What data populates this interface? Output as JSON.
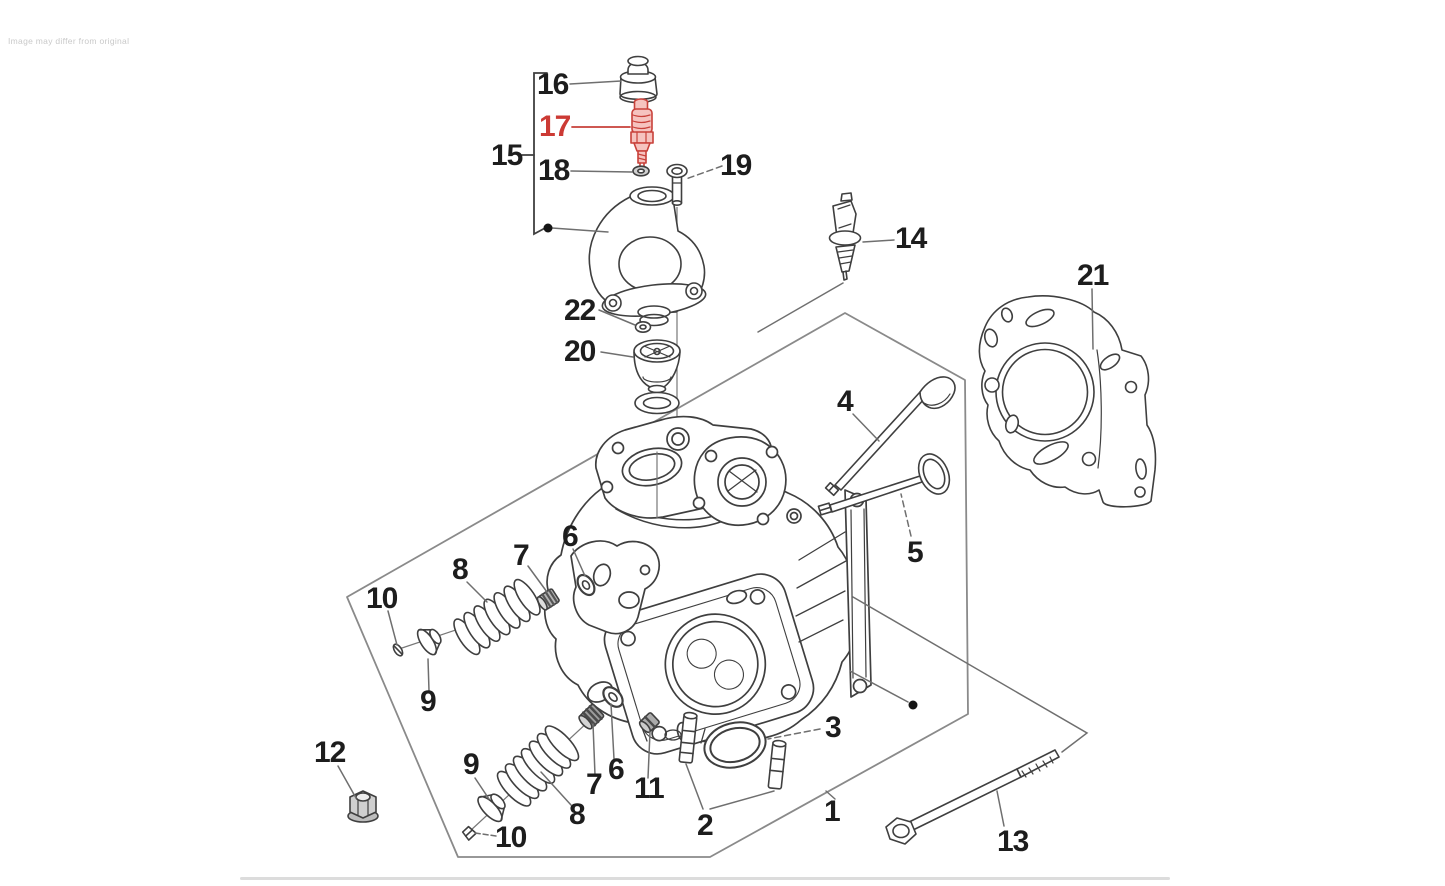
{
  "watermark": "Image may differ from original",
  "diagram": {
    "type": "exploded-parts-diagram",
    "subject": "cylinder head assembly",
    "highlighted_label": "17",
    "highlight_color": "#cc3a34",
    "line_color": "#3f3f3f",
    "boundary_color": "#8a8a8a"
  },
  "labels": [
    {
      "id": "16",
      "text": "16"
    },
    {
      "id": "17",
      "text": "17"
    },
    {
      "id": "15",
      "text": "15"
    },
    {
      "id": "18",
      "text": "18"
    },
    {
      "id": "19",
      "text": "19"
    },
    {
      "id": "22",
      "text": "22"
    },
    {
      "id": "20",
      "text": "20"
    },
    {
      "id": "14",
      "text": "14"
    },
    {
      "id": "21",
      "text": "21"
    },
    {
      "id": "4",
      "text": "4"
    },
    {
      "id": "5",
      "text": "5"
    },
    {
      "id": "6-upper",
      "text": "6"
    },
    {
      "id": "7-upper",
      "text": "7"
    },
    {
      "id": "8-upper",
      "text": "8"
    },
    {
      "id": "10-upper",
      "text": "10"
    },
    {
      "id": "9-upper",
      "text": "9"
    },
    {
      "id": "12",
      "text": "12"
    },
    {
      "id": "9-lower",
      "text": "9"
    },
    {
      "id": "10-lower",
      "text": "10"
    },
    {
      "id": "8-lower",
      "text": "8"
    },
    {
      "id": "7-lower",
      "text": "7"
    },
    {
      "id": "6-lower",
      "text": "6"
    },
    {
      "id": "11",
      "text": "11"
    },
    {
      "id": "2",
      "text": "2"
    },
    {
      "id": "3",
      "text": "3"
    },
    {
      "id": "1",
      "text": "1"
    },
    {
      "id": "13",
      "text": "13"
    }
  ]
}
